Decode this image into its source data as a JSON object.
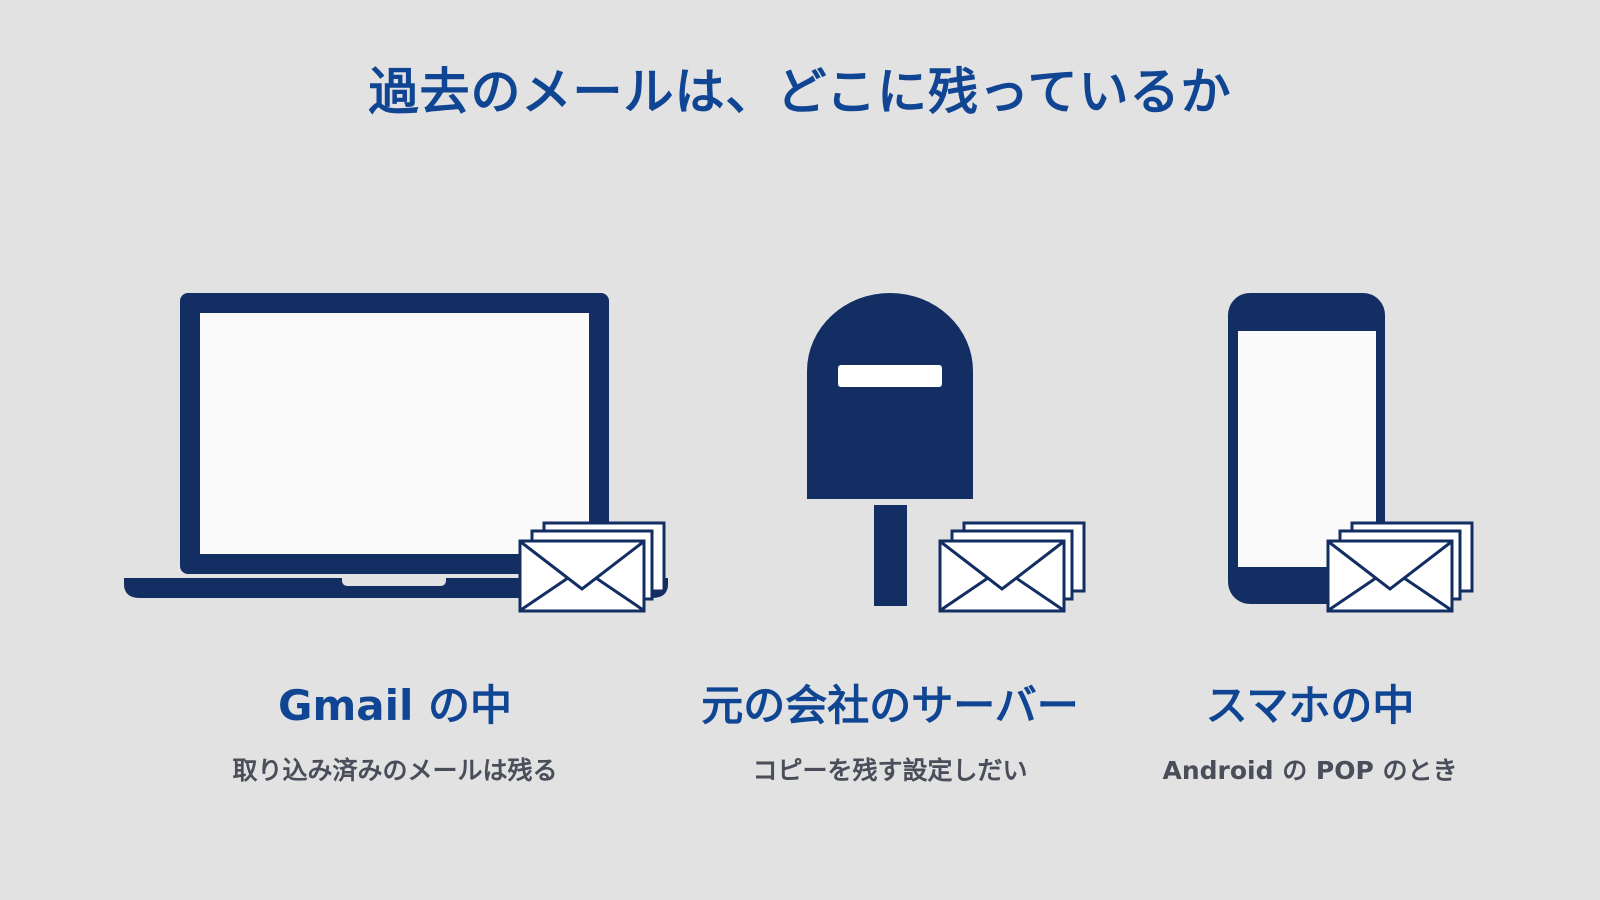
{
  "title": "過去のメールは、どこに残っているか",
  "colors": {
    "navy": "#132e63",
    "accent_blue": "#0f4592",
    "caption_gray": "#4a4e5a",
    "background": "#e2e2e2"
  },
  "items": [
    {
      "icon": "laptop-icon",
      "label": "Gmail の中",
      "caption": "取り込み済みのメールは残る"
    },
    {
      "icon": "mailbox-icon",
      "label": "元の会社のサーバー",
      "caption": "コピーを残す設定しだい"
    },
    {
      "icon": "smartphone-icon",
      "label": "スマホの中",
      "caption": "Android の POP のとき"
    }
  ]
}
